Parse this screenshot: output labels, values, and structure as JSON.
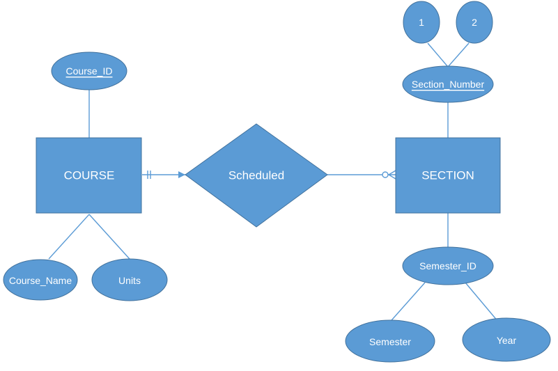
{
  "diagram": {
    "entities": {
      "course": "COURSE",
      "section": "SECTION"
    },
    "relationship": "Scheduled",
    "attributes": {
      "course_id": "Course_ID",
      "course_name": "Course_Name",
      "units": "Units",
      "section_number": "Section_Number",
      "value_1": "1",
      "value_2": "2",
      "semester_id": "Semester_ID",
      "semester": "Semester",
      "year": "Year"
    },
    "colors": {
      "fill": "#5b9bd5",
      "outline": "#41719c",
      "text": "#ffffff"
    }
  }
}
